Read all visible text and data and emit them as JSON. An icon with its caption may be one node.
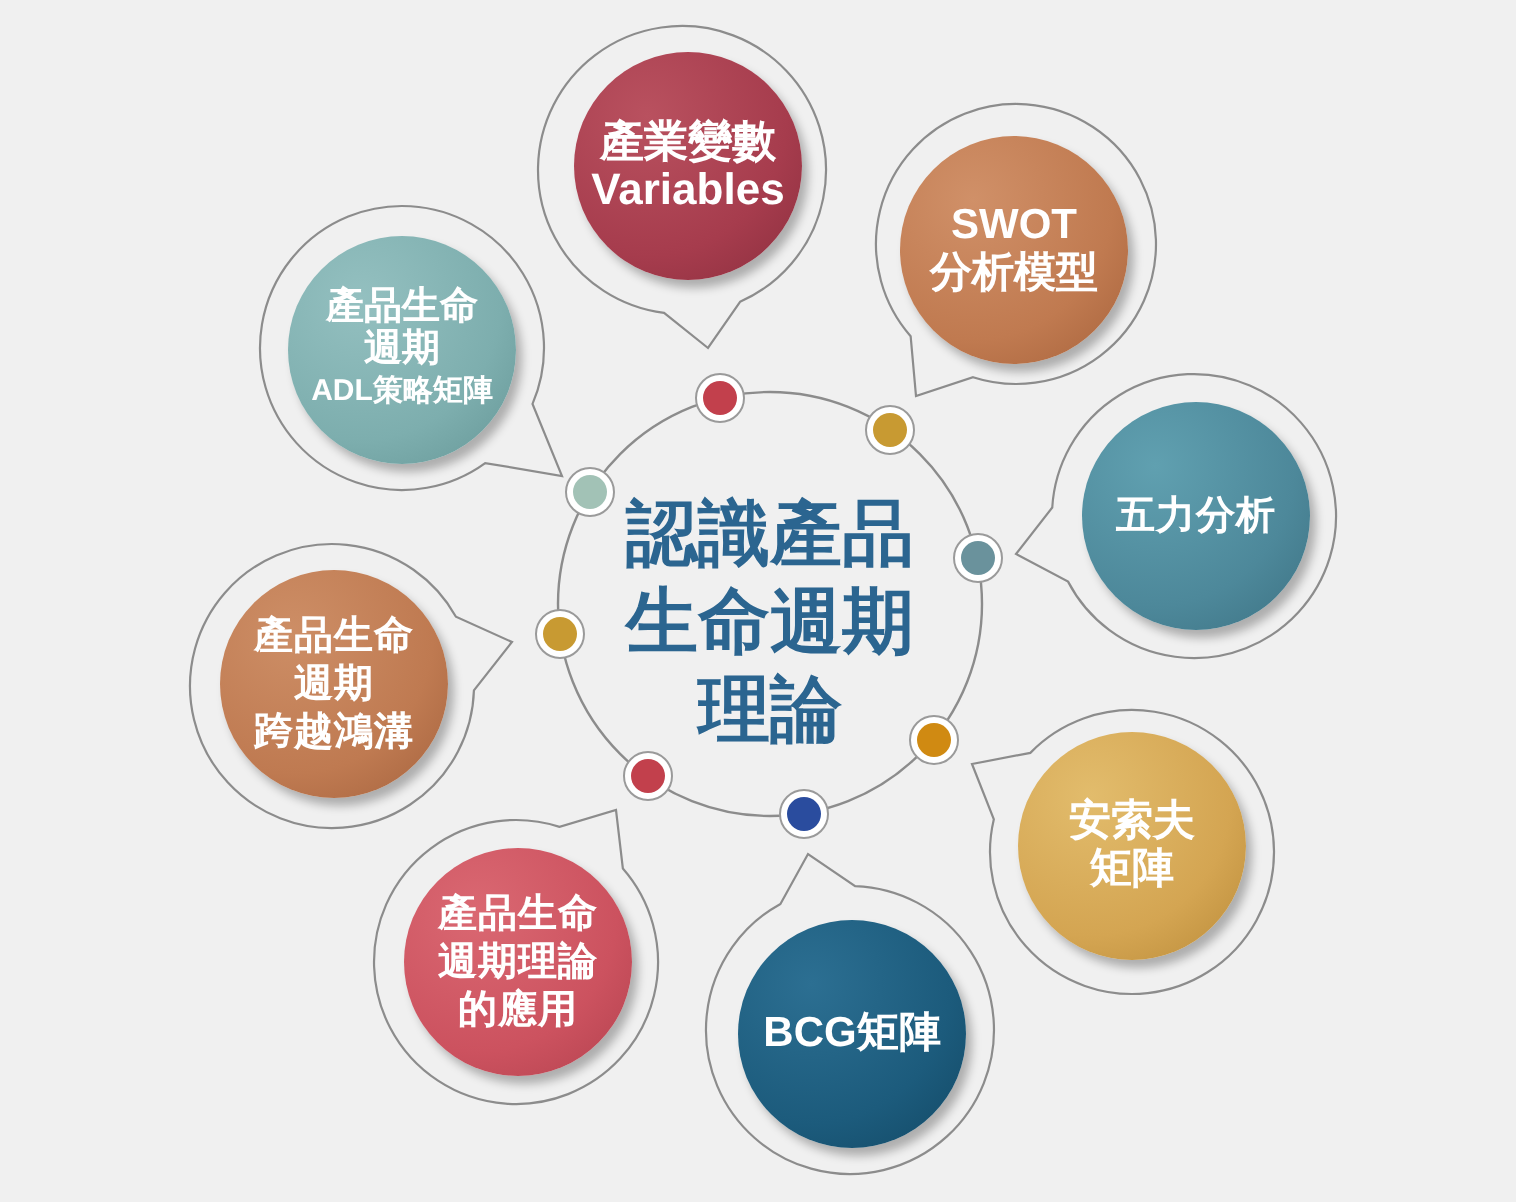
{
  "diagram": {
    "nodes": [
      {
        "text": [
          "認識產品生命週期理論"
        ]
      },
      {
        "text": [
          "產業變數 Variables"
        ]
      },
      {
        "text": [
          "SWOT 分析模型"
        ]
      },
      {
        "text": [
          "五力分析"
        ]
      },
      {
        "text": [
          "安索夫矩陣"
        ]
      },
      {
        "text": [
          "BCG矩陣"
        ]
      },
      {
        "text": [
          "產品生命週期理論的應用"
        ]
      },
      {
        "text": [
          "產品生命週期",
          "跨越鴻溝"
        ]
      },
      {
        "text": [
          "產品生命週期",
          "ADL策略矩陣"
        ]
      }
    ]
  }
}
